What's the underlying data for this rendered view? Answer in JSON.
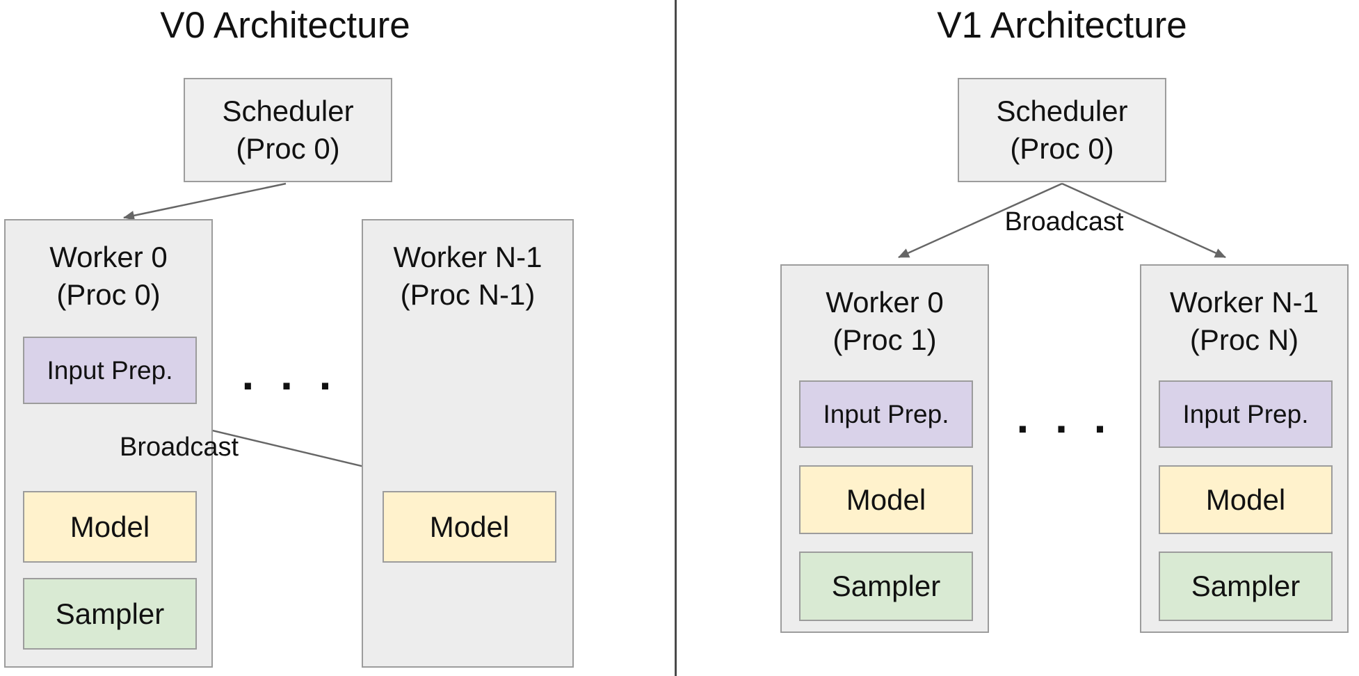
{
  "colors": {
    "gray_fill": "#efefef",
    "worker_fill": "#ededed",
    "border": "#9c9c9c",
    "purple": "#d9d2e9",
    "yellow": "#fff2cc",
    "green": "#d9ead3",
    "arrow": "#666666",
    "divider": "#4a4a4a",
    "text": "#111111"
  },
  "v0": {
    "title": "V0 Architecture",
    "scheduler": {
      "line1": "Scheduler",
      "line2": "(Proc 0)"
    },
    "broadcast_label": "Broadcast",
    "dots": ". . .",
    "worker0": {
      "line1": "Worker 0",
      "line2": "(Proc 0)",
      "input_prep": "Input Prep.",
      "model": "Model",
      "sampler": "Sampler"
    },
    "workerN": {
      "line1": "Worker N-1",
      "line2": "(Proc N-1)",
      "model": "Model"
    }
  },
  "v1": {
    "title": "V1 Architecture",
    "scheduler": {
      "line1": "Scheduler",
      "line2": "(Proc 0)"
    },
    "broadcast_label": "Broadcast",
    "dots": ". . .",
    "worker0": {
      "line1": "Worker 0",
      "line2": "(Proc 1)",
      "input_prep": "Input Prep.",
      "model": "Model",
      "sampler": "Sampler"
    },
    "workerN": {
      "line1": "Worker N-1",
      "line2": "(Proc N)",
      "input_prep": "Input Prep.",
      "model": "Model",
      "sampler": "Sampler"
    }
  }
}
